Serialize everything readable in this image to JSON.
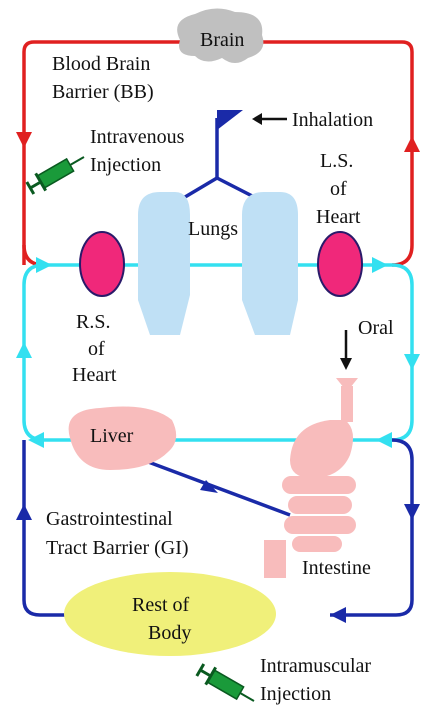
{
  "labels": {
    "brain": "Brain",
    "bb_line1": "Blood Brain",
    "bb_line2": "Barrier (BB)",
    "inhalation": "Inhalation",
    "iv_line1": "Intravenous",
    "iv_line2": "Injection",
    "ls_line1": "L.S.",
    "ls_line2": "of",
    "ls_line3": "Heart",
    "lungs": "Lungs",
    "rs_line1": "R.S.",
    "rs_line2": "of",
    "rs_line3": "Heart",
    "oral": "Oral",
    "liver": "Liver",
    "gi_line1": "Gastrointestinal",
    "gi_line2": "Tract Barrier (GI)",
    "intestine": "Intestine",
    "rest_line1": "Rest of",
    "rest_line2": "Body",
    "im_line1": "Intramuscular",
    "im_line2": "Injection"
  },
  "colors": {
    "arterial": "#e02020",
    "pulmonary": "#33e0f0",
    "venous": "#1a2aa8",
    "heart": "#f0287a",
    "lungs": "#bfe0f5",
    "liver": "#f8bcbc",
    "intestine": "#f8bcbc",
    "brain": "#c0c0c0",
    "body": "#f0f07a",
    "syringe": "#1a9a3a"
  }
}
